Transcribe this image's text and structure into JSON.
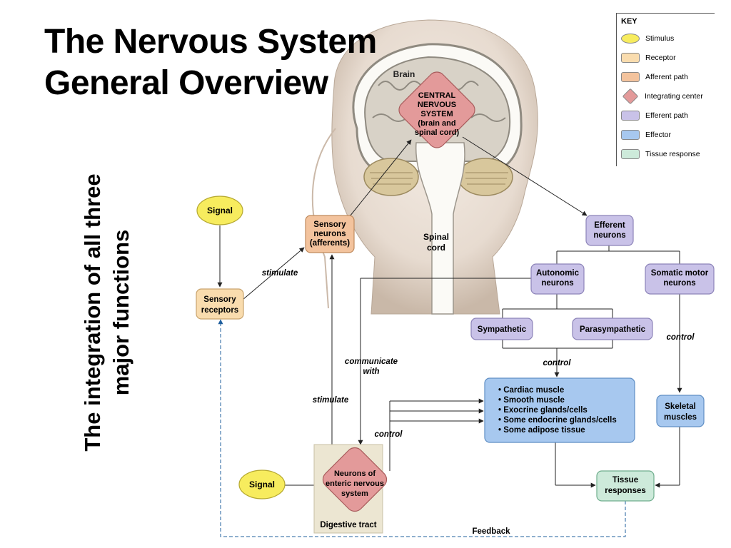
{
  "slide": {
    "title_line1": "The Nervous System",
    "title_line2": "General Overview",
    "side_text_line1": "The integration of all three",
    "side_text_line2": "major functions"
  },
  "key": {
    "title": "KEY",
    "items": [
      {
        "label": "Stimulus",
        "color": "#f7ec5e",
        "shape": "oval"
      },
      {
        "label": "Receptor",
        "color": "#f9dcae",
        "shape": "rect"
      },
      {
        "label": "Afferent path",
        "color": "#f3c39d",
        "shape": "rect"
      },
      {
        "label": "Integrating center",
        "color": "#e39a9a",
        "shape": "diamond"
      },
      {
        "label": "Efferent path",
        "color": "#c9c2e8",
        "shape": "rect"
      },
      {
        "label": "Effector",
        "color": "#a7c8ef",
        "shape": "rect"
      },
      {
        "label": "Tissue response",
        "color": "#cdeada",
        "shape": "rect"
      }
    ]
  },
  "diagram": {
    "brain_label": "Brain",
    "cns": [
      "CENTRAL",
      "NERVOUS",
      "SYSTEM",
      "(brain and",
      "spinal cord)"
    ],
    "spinal_cord": [
      "Spinal",
      "cord"
    ],
    "signal_top": "Signal",
    "sensory_receptors": [
      "Sensory",
      "receptors"
    ],
    "sensory_neurons": [
      "Sensory",
      "neurons",
      "(afferents)"
    ],
    "efferent_neurons": [
      "Efferent",
      "neurons"
    ],
    "autonomic_neurons": [
      "Autonomic",
      "neurons"
    ],
    "somatic_motor_neurons": [
      "Somatic motor",
      "neurons"
    ],
    "sympathetic": "Sympathetic",
    "parasympathetic": "Parasympathetic",
    "effector_list": [
      "• Cardiac muscle",
      "• Smooth muscle",
      "• Exocrine glands/cells",
      "• Some endocrine glands/cells",
      "• Some adipose tissue"
    ],
    "skeletal_muscles": [
      "Skeletal",
      "muscles"
    ],
    "tissue_responses": [
      "Tissue",
      "responses"
    ],
    "signal_bottom": "Signal",
    "enteric": [
      "Neurons of",
      "enteric nervous",
      "system"
    ],
    "digestive_tract": "Digestive tract",
    "labels": {
      "stimulate_left": "stimulate",
      "communicate": [
        "communicate",
        "with"
      ],
      "stimulate_bottom": "stimulate",
      "control_middle": "control",
      "control_right": "control",
      "control_enteric": "control",
      "feedback": "Feedback"
    }
  }
}
